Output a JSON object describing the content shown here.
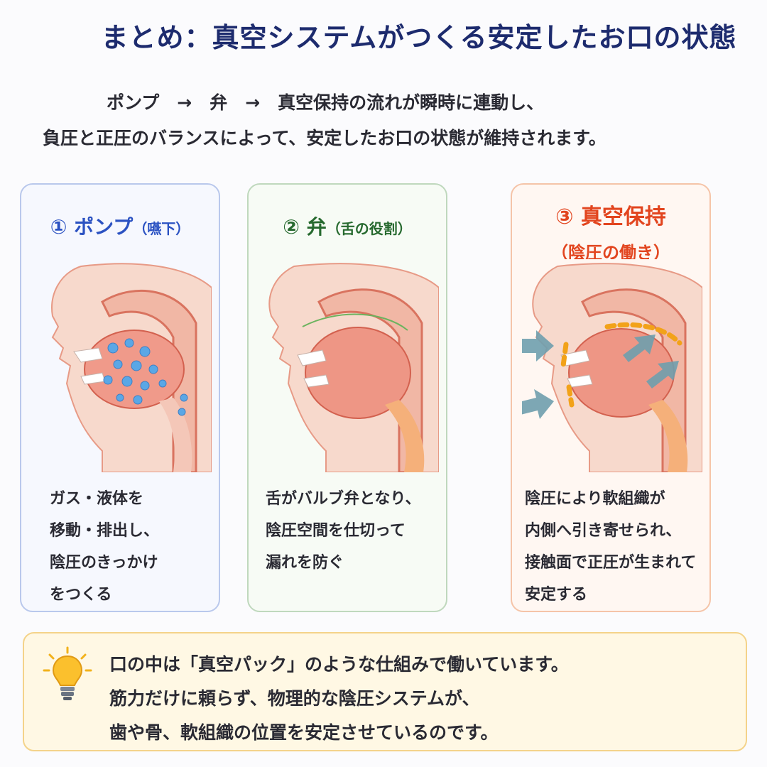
{
  "header": {
    "title": "まとめ：真空システムがつくる安定したお口の状態"
  },
  "intro": {
    "line1": "ポンプ　→　弁　→　真空保持の流れが瞬時に連動し、",
    "line2": "負圧と正圧のバランスによって、安定したお口の状態が維持されます。"
  },
  "cards": [
    {
      "title": "① ポンプ",
      "subtitle": "（嚥下）",
      "lines": [
        "ガス・液体を",
        "移動・排出し、",
        "陰圧のきっかけ",
        "をつくる"
      ]
    },
    {
      "title": "② 弁",
      "subtitle": "（舌の役割）",
      "lines": [
        "舌がバルブ弁となり、",
        "陰圧空間を仕切って",
        "漏れを防ぐ"
      ]
    },
    {
      "title": "③ 真空保持",
      "subtitle": "（陰圧の働き）",
      "lines": [
        "陰圧により軟組織が",
        "内側へ引き寄せられ、",
        "接触面で正圧が生まれて",
        "安定する"
      ]
    }
  ],
  "summary": {
    "icon": "lightbulb-icon",
    "lines": [
      "口の中は「真空パック」のような仕組みで働いています。",
      "筋力だけに頼らず、物理的な陰圧システムが、",
      "歯や骨、軟組織の位置を安定させているのです。"
    ]
  },
  "colors": {
    "title": "#1d2b6e",
    "pump": "#2b52c2",
    "valve": "#276a2f",
    "vacuum": "#e2451f",
    "arrow": "#6f9fae",
    "pressure": "#f2a219"
  }
}
